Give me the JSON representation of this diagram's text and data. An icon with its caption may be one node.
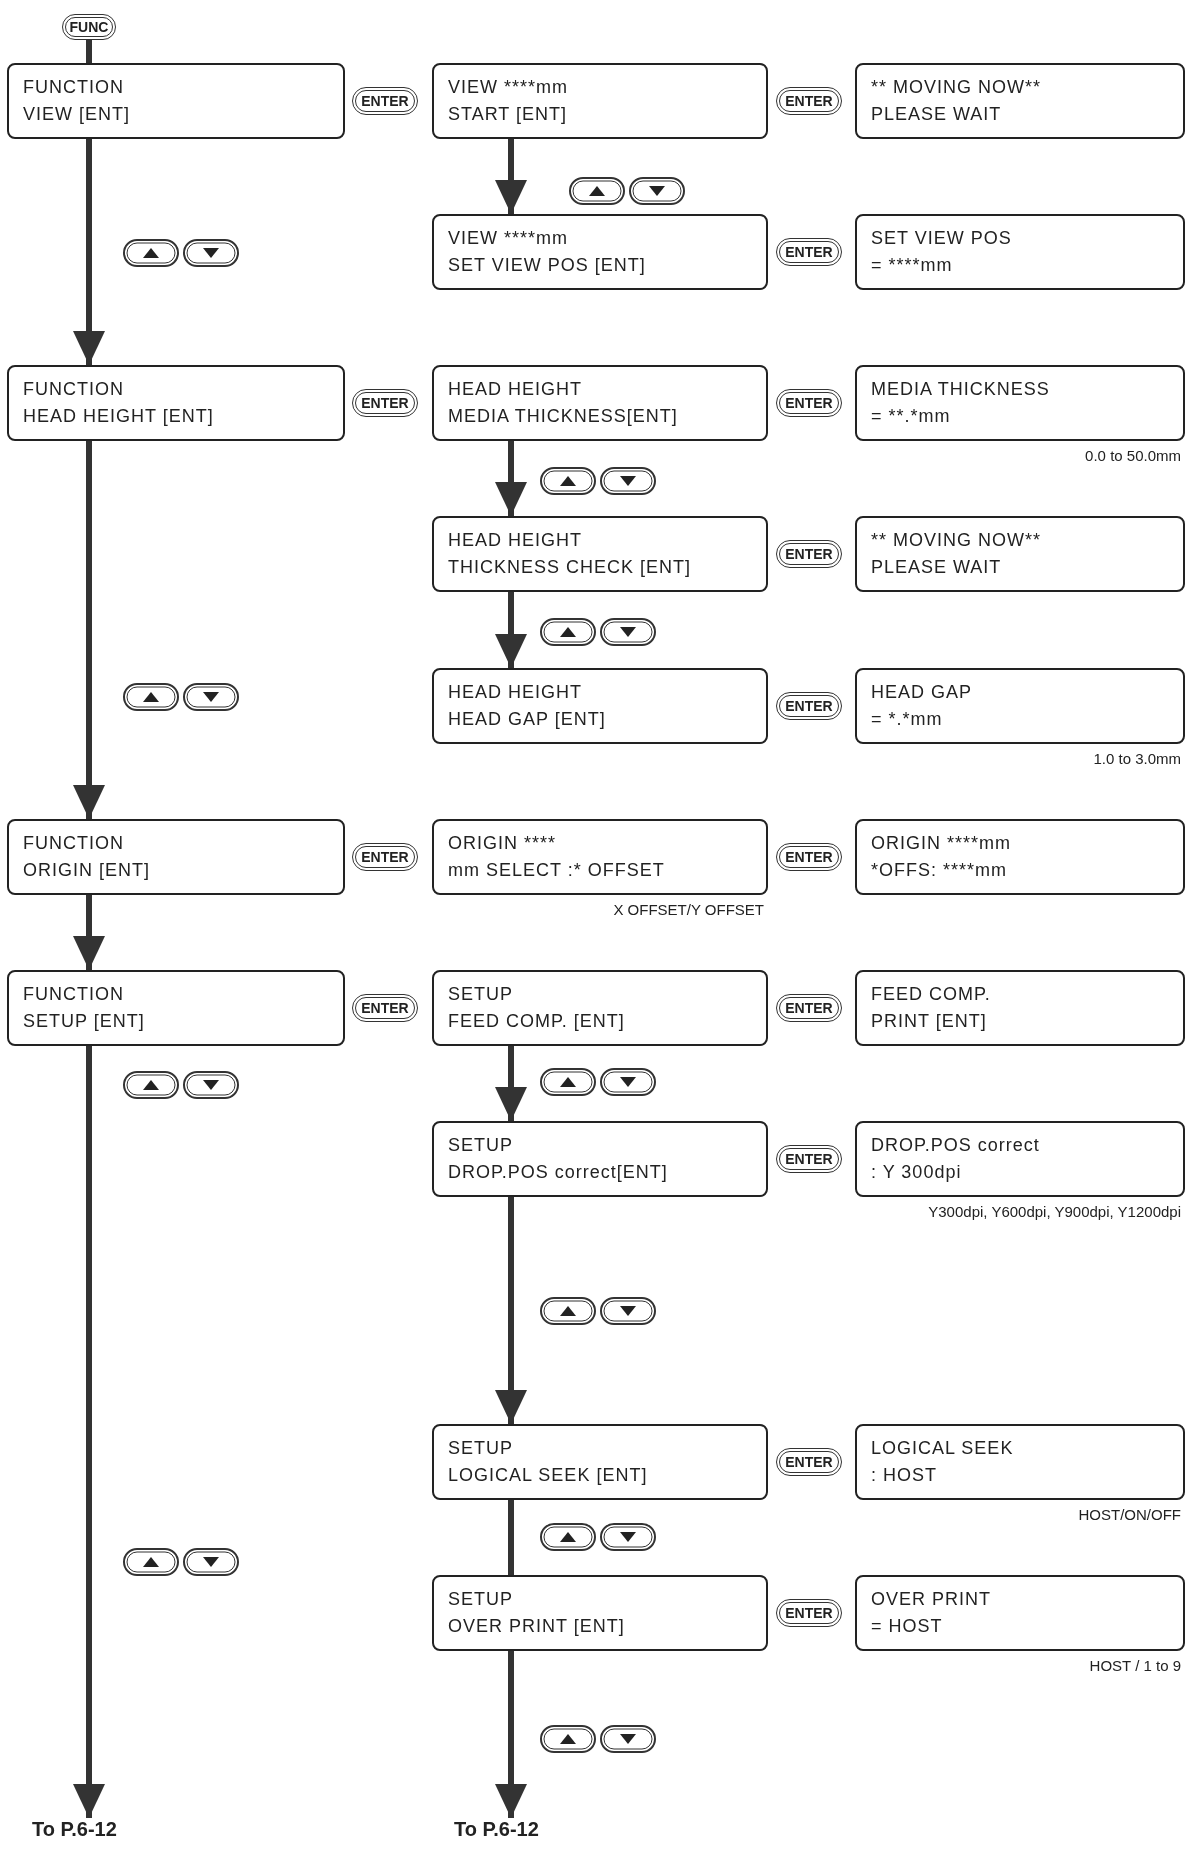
{
  "diagram": {
    "nodes": [
      {
        "text": [
          "FUNC"
        ]
      },
      {
        "text": [
          "FUNCTION",
          "VIEW [ENT]"
        ]
      },
      {
        "text": [
          "ENTER"
        ]
      },
      {
        "text": [
          "VIEW ****mm",
          "START [ENT]"
        ]
      },
      {
        "text": [
          "ENTER"
        ]
      },
      {
        "text": [
          "** MOVING NOW**",
          "PLEASE WAIT"
        ]
      },
      {
        "text": [
          "VIEW ****mm",
          "SET VIEW POS [ENT]"
        ]
      },
      {
        "text": [
          "ENTER"
        ]
      },
      {
        "text": [
          "SET VIEW POS",
          "= ****mm"
        ]
      },
      {
        "text": [
          "FUNCTION",
          "HEAD HEIGHT [ENT]"
        ]
      },
      {
        "text": [
          "ENTER"
        ]
      },
      {
        "text": [
          "HEAD HEIGHT",
          "MEDIA THICKNESS[ENT]"
        ]
      },
      {
        "text": [
          "ENTER"
        ]
      },
      {
        "text": [
          "MEDIA THICKNESS",
          "= **.*mm"
        ],
        "beside": [
          "0.0 to 50.0mm"
        ]
      },
      {
        "text": [
          "HEAD HEIGHT",
          "THICKNESS CHECK [ENT]"
        ]
      },
      {
        "text": [
          "ENTER"
        ]
      },
      {
        "text": [
          "** MOVING NOW**",
          "PLEASE WAIT"
        ]
      },
      {
        "text": [
          "HEAD HEIGHT",
          "HEAD GAP [ENT]"
        ]
      },
      {
        "text": [
          "ENTER"
        ]
      },
      {
        "text": [
          "HEAD GAP",
          "= *.*mm"
        ],
        "beside": [
          "1.0 to 3.0mm"
        ]
      },
      {
        "text": [
          "FUNCTION",
          "ORIGIN [ENT]"
        ]
      },
      {
        "text": [
          "ENTER"
        ]
      },
      {
        "text": [
          "ORIGIN ****",
          "mm SELECT :* OFFSET"
        ],
        "beside": [
          "X OFFSET/Y OFFSET"
        ]
      },
      {
        "text": [
          "ENTER"
        ]
      },
      {
        "text": [
          "ORIGIN ****mm",
          "*OFFS: ****mm"
        ]
      },
      {
        "text": [
          "FUNCTION",
          "SETUP [ENT]"
        ]
      },
      {
        "text": [
          "ENTER"
        ]
      },
      {
        "text": [
          "SETUP",
          "FEED COMP. [ENT]"
        ]
      },
      {
        "text": [
          "ENTER"
        ]
      },
      {
        "text": [
          "FEED COMP.",
          "PRINT [ENT]"
        ]
      },
      {
        "text": [
          "SETUP",
          "DROP.POS correct[ENT]"
        ]
      },
      {
        "text": [
          "ENTER"
        ]
      },
      {
        "text": [
          "DROP.POS correct",
          ": Y 300dpi"
        ],
        "beside": [
          "Y300dpi, Y600dpi, Y900dpi, Y1200dpi"
        ]
      },
      {
        "text": [
          "SETUP",
          "LOGICAL SEEK [ENT]"
        ]
      },
      {
        "text": [
          "ENTER"
        ]
      },
      {
        "text": [
          "LOGICAL SEEK",
          ": HOST"
        ],
        "beside": [
          "HOST/ON/OFF"
        ]
      },
      {
        "text": [
          "SETUP",
          "OVER PRINT [ENT]"
        ]
      },
      {
        "text": [
          "ENTER"
        ]
      },
      {
        "text": [
          "OVER PRINT",
          "= HOST"
        ],
        "beside": [
          "HOST / 1 to 9"
        ]
      },
      {
        "text": [
          "To P.6-12"
        ]
      },
      {
        "text": [
          "To P.6-12"
        ]
      }
    ],
    "edges": [
      {
        "from": 0,
        "to": 1,
        "arrow": "none"
      },
      {
        "from": 1,
        "to": 9,
        "arrow": "to"
      },
      {
        "from": 9,
        "to": 20,
        "arrow": "to"
      },
      {
        "from": 20,
        "to": 25,
        "arrow": "to"
      },
      {
        "from": 25,
        "to": 39,
        "arrow": "to"
      },
      {
        "from": 3,
        "to": 6,
        "arrow": "to"
      },
      {
        "from": 11,
        "to": 14,
        "arrow": "to"
      },
      {
        "from": 14,
        "to": 17,
        "arrow": "to"
      },
      {
        "from": 27,
        "to": 30,
        "arrow": "to"
      },
      {
        "from": 30,
        "to": 33,
        "arrow": "to"
      },
      {
        "from": 33,
        "to": 36,
        "arrow": "none"
      },
      {
        "from": 36,
        "to": 40,
        "arrow": "to"
      }
    ]
  }
}
